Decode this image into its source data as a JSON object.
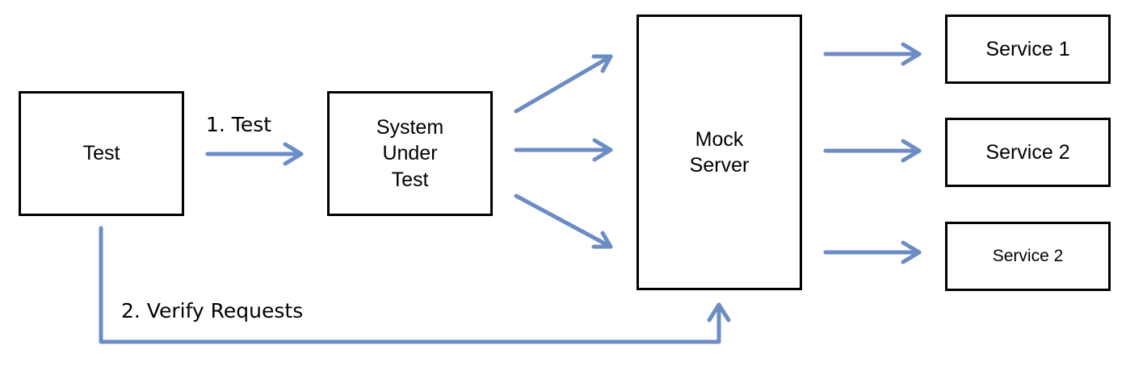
{
  "nodes": {
    "test": "Test",
    "system_under_test": "System\nUnder\nTest",
    "mock_server": "Mock\nServer",
    "service_1": "Service 1",
    "service_2": "Service 2",
    "service_3": "Service 2"
  },
  "edges": {
    "test_label": "1. Test",
    "verify_label": "2. Verify Requests"
  },
  "colors": {
    "arrow": "#6b8cc4",
    "border": "#000000",
    "background": "#ffffff"
  }
}
